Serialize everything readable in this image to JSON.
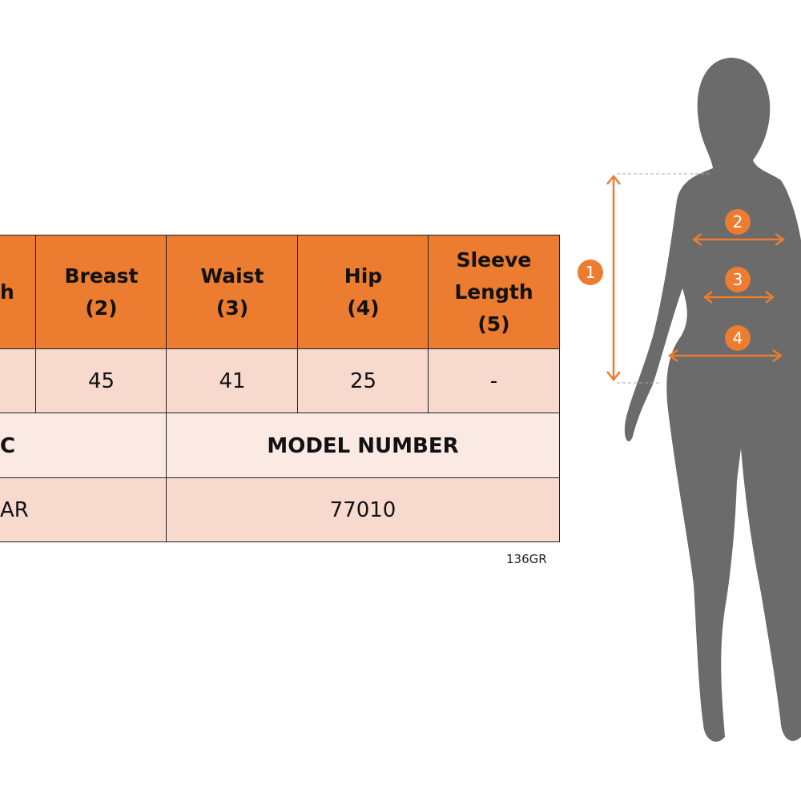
{
  "table": {
    "header": [
      {
        "label": "h"
      },
      {
        "label": "Breast\n(2)"
      },
      {
        "label": "Waist\n(3)"
      },
      {
        "label": "Hip\n(4)"
      },
      {
        "label": "Sleeve\nLength\n(5)"
      }
    ],
    "values": [
      "",
      "45",
      "41",
      "25",
      "-"
    ],
    "row3": {
      "left": "C",
      "right": "MODEL NUMBER"
    },
    "row4": {
      "left": "AR",
      "right": "77010"
    }
  },
  "code": "136GR",
  "figure": {
    "markers": [
      "1",
      "2",
      "3",
      "4"
    ],
    "colors": {
      "accent": "#ec7c30",
      "silhouette": "#6b6b6b"
    }
  }
}
